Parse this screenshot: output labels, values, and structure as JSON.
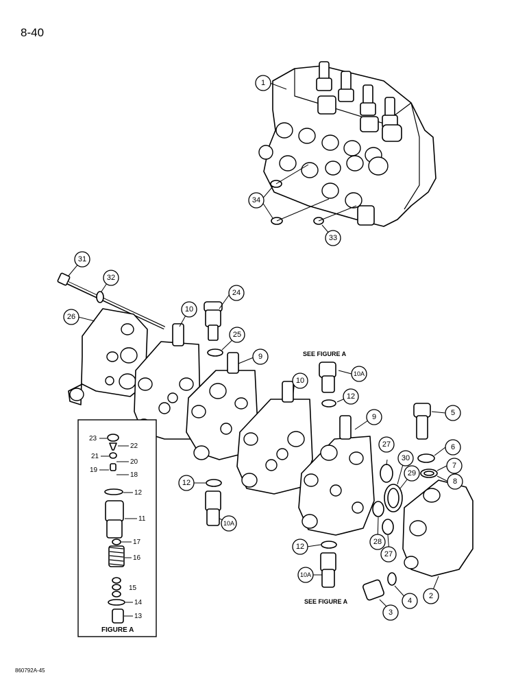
{
  "page_number": "8-40",
  "document_code": "860792A-45",
  "notes": {
    "see_figure_a_top": "SEE FIGURE A",
    "see_figure_a_bottom": "SEE FIGURE A"
  },
  "figure_a": {
    "title": "FIGURE A",
    "labels": [
      "23",
      "22",
      "21",
      "20",
      "19",
      "18",
      "12",
      "11",
      "17",
      "16",
      "15",
      "14",
      "13"
    ]
  },
  "callouts": [
    "1",
    "34",
    "33",
    "31",
    "32",
    "26",
    "10",
    "24",
    "25",
    "9",
    "10A",
    "10",
    "12",
    "5",
    "6",
    "7",
    "8",
    "9",
    "27",
    "30",
    "29",
    "12",
    "10A",
    "28",
    "27",
    "12",
    "10A",
    "4",
    "3",
    "2"
  ]
}
